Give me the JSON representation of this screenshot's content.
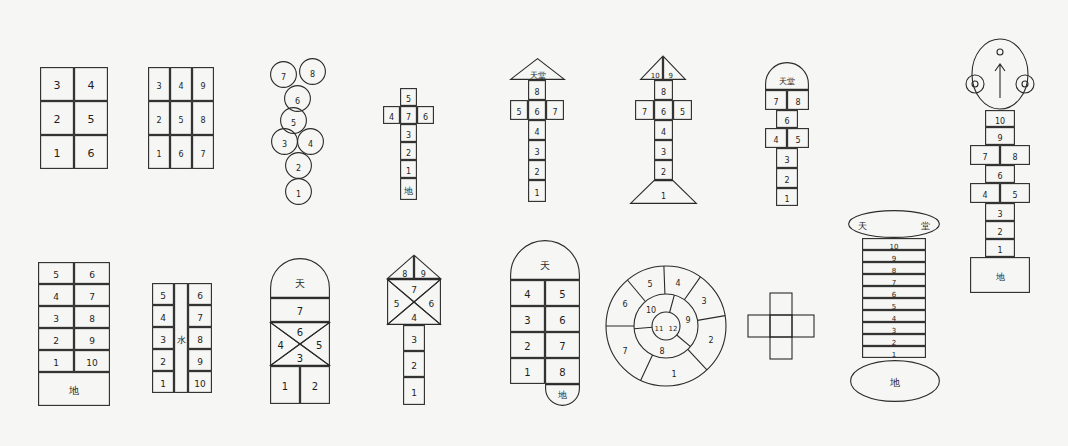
{
  "diagram": {
    "nodes": [
      {
        "text": [
          "3"
        ]
      },
      {
        "text": [
          "4"
        ]
      },
      {
        "text": [
          "2"
        ]
      },
      {
        "text": [
          "5"
        ]
      },
      {
        "text": [
          "1"
        ]
      },
      {
        "text": [
          "6"
        ]
      },
      {
        "text": [
          "3"
        ]
      },
      {
        "text": [
          "4"
        ]
      },
      {
        "text": [
          "9"
        ]
      },
      {
        "text": [
          "2"
        ]
      },
      {
        "text": [
          "5"
        ]
      },
      {
        "text": [
          "8"
        ]
      },
      {
        "text": [
          "1"
        ]
      },
      {
        "text": [
          "6"
        ]
      },
      {
        "text": [
          "7"
        ]
      },
      {
        "text": [
          "7"
        ]
      },
      {
        "text": [
          "8"
        ]
      },
      {
        "text": [
          "6"
        ]
      },
      {
        "text": [
          "5"
        ]
      },
      {
        "text": [
          "3"
        ]
      },
      {
        "text": [
          "4"
        ]
      },
      {
        "text": [
          "2"
        ]
      },
      {
        "text": [
          "1"
        ]
      },
      {
        "text": [
          "5"
        ]
      },
      {
        "text": [
          "4"
        ]
      },
      {
        "text": [
          "7"
        ]
      },
      {
        "text": [
          "6"
        ]
      },
      {
        "text": [
          "3"
        ]
      },
      {
        "text": [
          "2"
        ]
      },
      {
        "text": [
          "1"
        ]
      },
      {
        "text": [
          "地"
        ]
      },
      {
        "text": [
          "天堂"
        ]
      },
      {
        "text": [
          "8"
        ]
      },
      {
        "text": [
          "5"
        ]
      },
      {
        "text": [
          "6"
        ]
      },
      {
        "text": [
          "7"
        ]
      },
      {
        "text": [
          "4"
        ]
      },
      {
        "text": [
          "3"
        ]
      },
      {
        "text": [
          "2"
        ]
      },
      {
        "text": [
          "1"
        ]
      },
      {
        "text": [
          "10"
        ]
      },
      {
        "text": [
          "9"
        ]
      },
      {
        "text": [
          "8"
        ]
      },
      {
        "text": [
          "7"
        ]
      },
      {
        "text": [
          "6"
        ]
      },
      {
        "text": [
          "5"
        ]
      },
      {
        "text": [
          "4"
        ]
      },
      {
        "text": [
          "3"
        ]
      },
      {
        "text": [
          "2"
        ]
      },
      {
        "text": [
          "1"
        ]
      },
      {
        "text": [
          "天堂"
        ]
      },
      {
        "text": [
          "7"
        ]
      },
      {
        "text": [
          "8"
        ]
      },
      {
        "text": [
          "6"
        ]
      },
      {
        "text": [
          "4"
        ]
      },
      {
        "text": [
          "5"
        ]
      },
      {
        "text": [
          "3"
        ]
      },
      {
        "text": [
          "2"
        ]
      },
      {
        "text": [
          "1"
        ]
      },
      {
        "text": [
          "10"
        ]
      },
      {
        "text": [
          "9"
        ]
      },
      {
        "text": [
          "7"
        ]
      },
      {
        "text": [
          "8"
        ]
      },
      {
        "text": [
          "6"
        ]
      },
      {
        "text": [
          "4"
        ]
      },
      {
        "text": [
          "5"
        ]
      },
      {
        "text": [
          "3"
        ]
      },
      {
        "text": [
          "2"
        ]
      },
      {
        "text": [
          "1"
        ]
      },
      {
        "text": [
          "地"
        ]
      },
      {
        "text": [
          "5"
        ]
      },
      {
        "text": [
          "6"
        ]
      },
      {
        "text": [
          "4"
        ]
      },
      {
        "text": [
          "7"
        ]
      },
      {
        "text": [
          "3"
        ]
      },
      {
        "text": [
          "8"
        ]
      },
      {
        "text": [
          "2"
        ]
      },
      {
        "text": [
          "9"
        ]
      },
      {
        "text": [
          "1"
        ]
      },
      {
        "text": [
          "10"
        ]
      },
      {
        "text": [
          "地"
        ]
      },
      {
        "text": [
          "5"
        ]
      },
      {
        "text": [
          "水"
        ]
      },
      {
        "text": [
          "6"
        ]
      },
      {
        "text": [
          "4"
        ]
      },
      {
        "text": [
          "7"
        ]
      },
      {
        "text": [
          "3"
        ]
      },
      {
        "text": [
          "8"
        ]
      },
      {
        "text": [
          "2"
        ]
      },
      {
        "text": [
          "9"
        ]
      },
      {
        "text": [
          "1"
        ]
      },
      {
        "text": [
          "10"
        ]
      },
      {
        "text": [
          "天"
        ]
      },
      {
        "text": [
          "7"
        ]
      },
      {
        "text": [
          "6"
        ]
      },
      {
        "text": [
          "4"
        ]
      },
      {
        "text": [
          "5"
        ]
      },
      {
        "text": [
          "3"
        ]
      },
      {
        "text": [
          "1"
        ]
      },
      {
        "text": [
          "2"
        ]
      },
      {
        "text": [
          "8"
        ]
      },
      {
        "text": [
          "9"
        ]
      },
      {
        "text": [
          "7"
        ]
      },
      {
        "text": [
          "5"
        ]
      },
      {
        "text": [
          "6"
        ]
      },
      {
        "text": [
          "4"
        ]
      },
      {
        "text": [
          "3"
        ]
      },
      {
        "text": [
          "2"
        ]
      },
      {
        "text": [
          "1"
        ]
      },
      {
        "text": [
          "天"
        ]
      },
      {
        "text": [
          "4"
        ]
      },
      {
        "text": [
          "5"
        ]
      },
      {
        "text": [
          "3"
        ]
      },
      {
        "text": [
          "6"
        ]
      },
      {
        "text": [
          "2"
        ]
      },
      {
        "text": [
          "7"
        ]
      },
      {
        "text": [
          "1"
        ]
      },
      {
        "text": [
          "8"
        ]
      },
      {
        "text": [
          "地"
        ]
      },
      {
        "text": [
          "1"
        ]
      },
      {
        "text": [
          "2"
        ]
      },
      {
        "text": [
          "3"
        ]
      },
      {
        "text": [
          "4"
        ]
      },
      {
        "text": [
          "5"
        ]
      },
      {
        "text": [
          "6"
        ]
      },
      {
        "text": [
          "7"
        ]
      },
      {
        "text": [
          "8"
        ]
      },
      {
        "text": [
          "9"
        ]
      },
      {
        "text": [
          "10"
        ]
      },
      {
        "text": [
          "11"
        ]
      },
      {
        "text": [
          "12"
        ]
      },
      {
        "text": [
          "天",
          "堂"
        ]
      },
      {
        "text": [
          "10"
        ]
      },
      {
        "text": [
          "9"
        ]
      },
      {
        "text": [
          "8"
        ]
      },
      {
        "text": [
          "7"
        ]
      },
      {
        "text": [
          "6"
        ]
      },
      {
        "text": [
          "5"
        ]
      },
      {
        "text": [
          "4"
        ]
      },
      {
        "text": [
          "3"
        ]
      },
      {
        "text": [
          "2"
        ]
      },
      {
        "text": [
          "1"
        ]
      },
      {
        "text": [
          "地"
        ]
      }
    ]
  }
}
